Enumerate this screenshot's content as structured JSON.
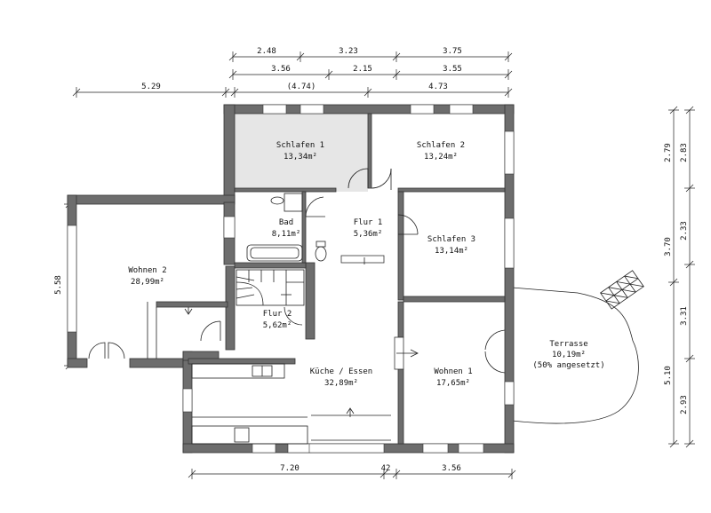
{
  "rooms": {
    "schlafen1": {
      "name": "Schlafen 1",
      "area": "13,34m²"
    },
    "schlafen2": {
      "name": "Schlafen 2",
      "area": "13,24m²"
    },
    "schlafen3": {
      "name": "Schlafen 3",
      "area": "13,14m²"
    },
    "bad": {
      "name": "Bad",
      "area": "8,11m²"
    },
    "flur1": {
      "name": "Flur 1",
      "area": "5,36m²"
    },
    "flur2": {
      "name": "Flur 2",
      "area": "5,62m²"
    },
    "wohnen2": {
      "name": "Wohnen 2",
      "area": "28,99m²"
    },
    "kueche": {
      "name": "Küche / Essen",
      "area": "32,89m²"
    },
    "wohnen1": {
      "name": "Wohnen 1",
      "area": "17,65m²"
    },
    "terrasse": {
      "name": "Terrasse",
      "area": "10,19m²",
      "note": "(50% angesetzt)"
    }
  },
  "dimensions": {
    "top_row1": [
      "2.48",
      "3.23",
      "3.75"
    ],
    "top_row2": [
      "3.56",
      "2.15",
      "3.55"
    ],
    "top_row3": [
      "5.29",
      "(4.74)",
      "4.73"
    ],
    "bottom": [
      "7.20",
      "42",
      "3.56"
    ],
    "left": "5.58",
    "right_col1": "3.70",
    "right_col1_b": "5.10",
    "right_col2": [
      "2.79",
      "2.33",
      "3.31",
      "2.93"
    ],
    "right_col3": "2.83"
  }
}
